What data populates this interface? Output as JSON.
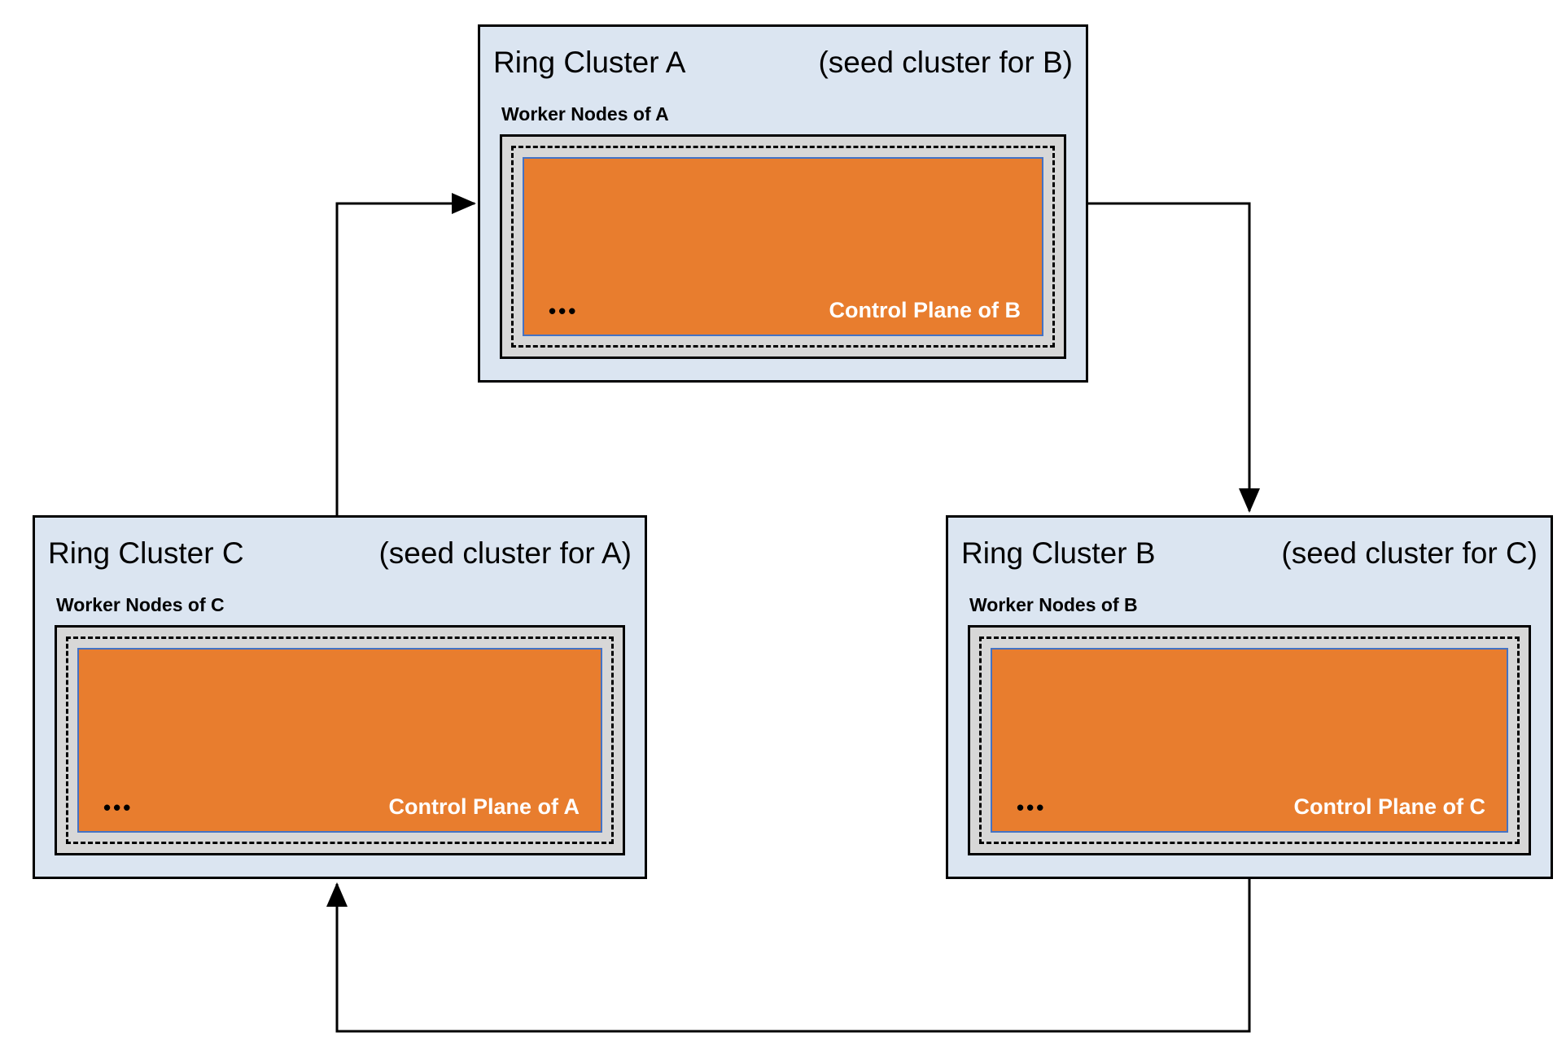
{
  "colors": {
    "cluster_bg": "#dbe5f1",
    "worker_bg": "#d7d7d7",
    "control_plane_bg": "#e87d2e",
    "control_plane_border": "#4472c4",
    "line_color": "#000000"
  },
  "clusters": [
    {
      "title": "Ring Cluster A",
      "subtitle": "(seed cluster for B)",
      "worker_label": "Worker Nodes of A",
      "control_plane_label": "Control Plane of B",
      "dots": "•••"
    },
    {
      "title": "Ring Cluster B",
      "subtitle": "(seed cluster for C)",
      "worker_label": "Worker Nodes of B",
      "control_plane_label": "Control Plane of C",
      "dots": "•••"
    },
    {
      "title": "Ring Cluster C",
      "subtitle": "(seed cluster for A)",
      "worker_label": "Worker Nodes of C",
      "control_plane_label": "Control Plane of A",
      "dots": "•••"
    }
  ],
  "arrows": [
    {
      "from": "Ring Cluster C",
      "to": "Ring Cluster A"
    },
    {
      "from": "Ring Cluster A",
      "to": "Ring Cluster B"
    },
    {
      "from": "Ring Cluster B",
      "to": "Ring Cluster C"
    }
  ]
}
